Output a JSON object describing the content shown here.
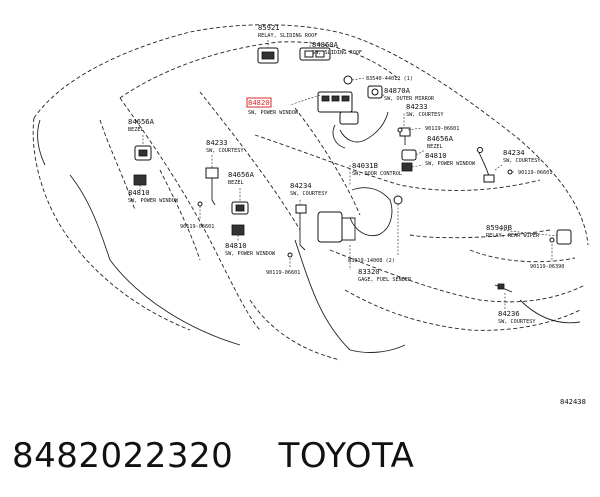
{
  "callouts": [
    {
      "id": "c1",
      "pn": "85921",
      "desc": "RELAY, SLIDING ROOF"
    },
    {
      "id": "c2",
      "pn": "84860A",
      "desc": "SW, SLIDING ROOF"
    },
    {
      "id": "c3",
      "pn": "83540-44012 (1)",
      "desc": ""
    },
    {
      "id": "c4",
      "pn": "84870A",
      "desc": "SW, OUTER MIRROR"
    },
    {
      "id": "c5",
      "pn": "84820",
      "desc": "SW, POWER WINDOW",
      "highlight": true
    },
    {
      "id": "c6",
      "pn": "84233",
      "desc": "SW, COURTESY"
    },
    {
      "id": "c7",
      "pn": "90119-06601",
      "desc": ""
    },
    {
      "id": "c8",
      "pn": "84656A",
      "desc": "BEZEL"
    },
    {
      "id": "c9",
      "pn": "84810",
      "desc": "SW, POWER WINDOW"
    },
    {
      "id": "c10",
      "pn": "84234",
      "desc": "SW, COURTESY"
    },
    {
      "id": "c11",
      "pn": "90119-06601",
      "desc": ""
    },
    {
      "id": "c12",
      "pn": "84031B",
      "desc": "SW, DOOR CONTROL"
    },
    {
      "id": "c13",
      "pn": "84656A",
      "desc": "BEZEL"
    },
    {
      "id": "c14",
      "pn": "84233",
      "desc": "SW, COURTESY"
    },
    {
      "id": "c15",
      "pn": "84810",
      "desc": "SW, POWER WINDOW"
    },
    {
      "id": "c16",
      "pn": "90119-06601",
      "desc": ""
    },
    {
      "id": "c17",
      "pn": "84656A",
      "desc": "BEZEL"
    },
    {
      "id": "c18",
      "pn": "84810",
      "desc": "SW, POWER WINDOW"
    },
    {
      "id": "c19",
      "pn": "90119-06601",
      "desc": ""
    },
    {
      "id": "c20",
      "pn": "84234",
      "desc": "SW, COURTESY"
    },
    {
      "id": "c21",
      "pn": "83319-14008 (2)",
      "desc": ""
    },
    {
      "id": "c22",
      "pn": "83320",
      "desc": "GAGE, FUEL SENDER"
    },
    {
      "id": "c23",
      "pn": "85940B",
      "desc": "RELAY, REAR WIPER"
    },
    {
      "id": "c24",
      "pn": "90119-06390",
      "desc": ""
    },
    {
      "id": "c25",
      "pn": "84236",
      "desc": "SW, COURTESY"
    }
  ],
  "diagram_code": "842438",
  "caption": {
    "part_number": "8482022320",
    "brand": "TOYOTA"
  },
  "colors": {
    "highlight": "#d62a2a",
    "ink": "#111111"
  }
}
